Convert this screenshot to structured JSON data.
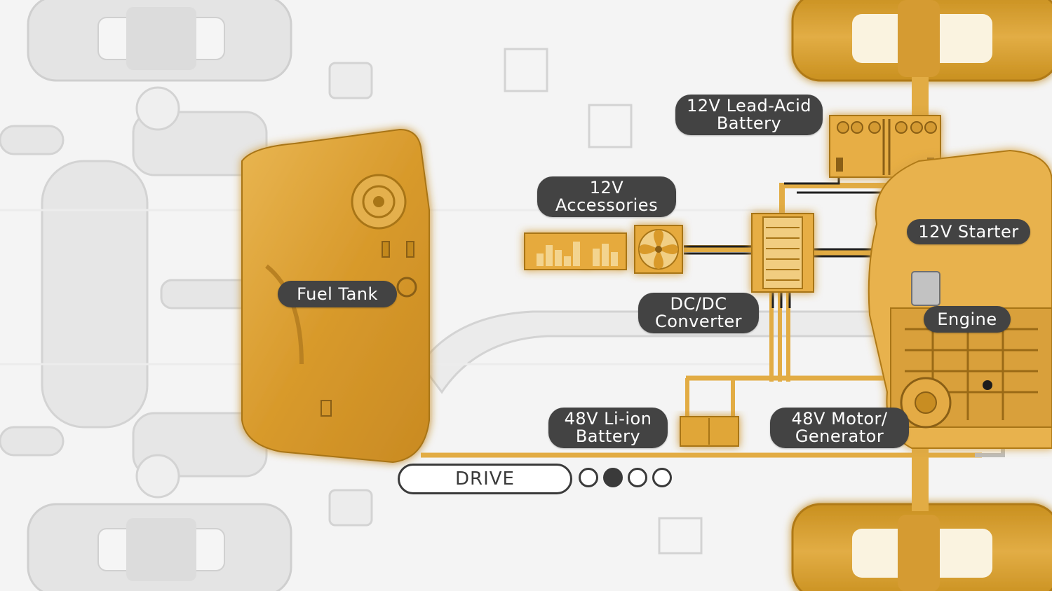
{
  "labels": {
    "lead_acid": [
      "12V Lead-Acid",
      "Battery"
    ],
    "accessories": [
      "12V",
      "Accessories"
    ],
    "starter": [
      "12V Starter"
    ],
    "fuel_tank": [
      "Fuel Tank"
    ],
    "dcdc": [
      "DC/DC",
      "Converter"
    ],
    "engine": [
      "Engine"
    ],
    "li_ion": [
      "48V Li-ion",
      "Battery"
    ],
    "motor": [
      "48V Motor/",
      "Generator"
    ]
  },
  "mode": {
    "label": "DRIVE",
    "pages": 4,
    "active_page": 2
  },
  "colors": {
    "highlight": "#e6a93a",
    "highlight_light": "#f4d79a",
    "ghost": "#e4e4e4",
    "ghost_stroke": "#d2d2d2",
    "label_bg": "#434343",
    "label_text": "#ffffff",
    "wire": "#1f1f1f"
  },
  "icons": [
    "fan-icon",
    "equalizer-icon"
  ]
}
